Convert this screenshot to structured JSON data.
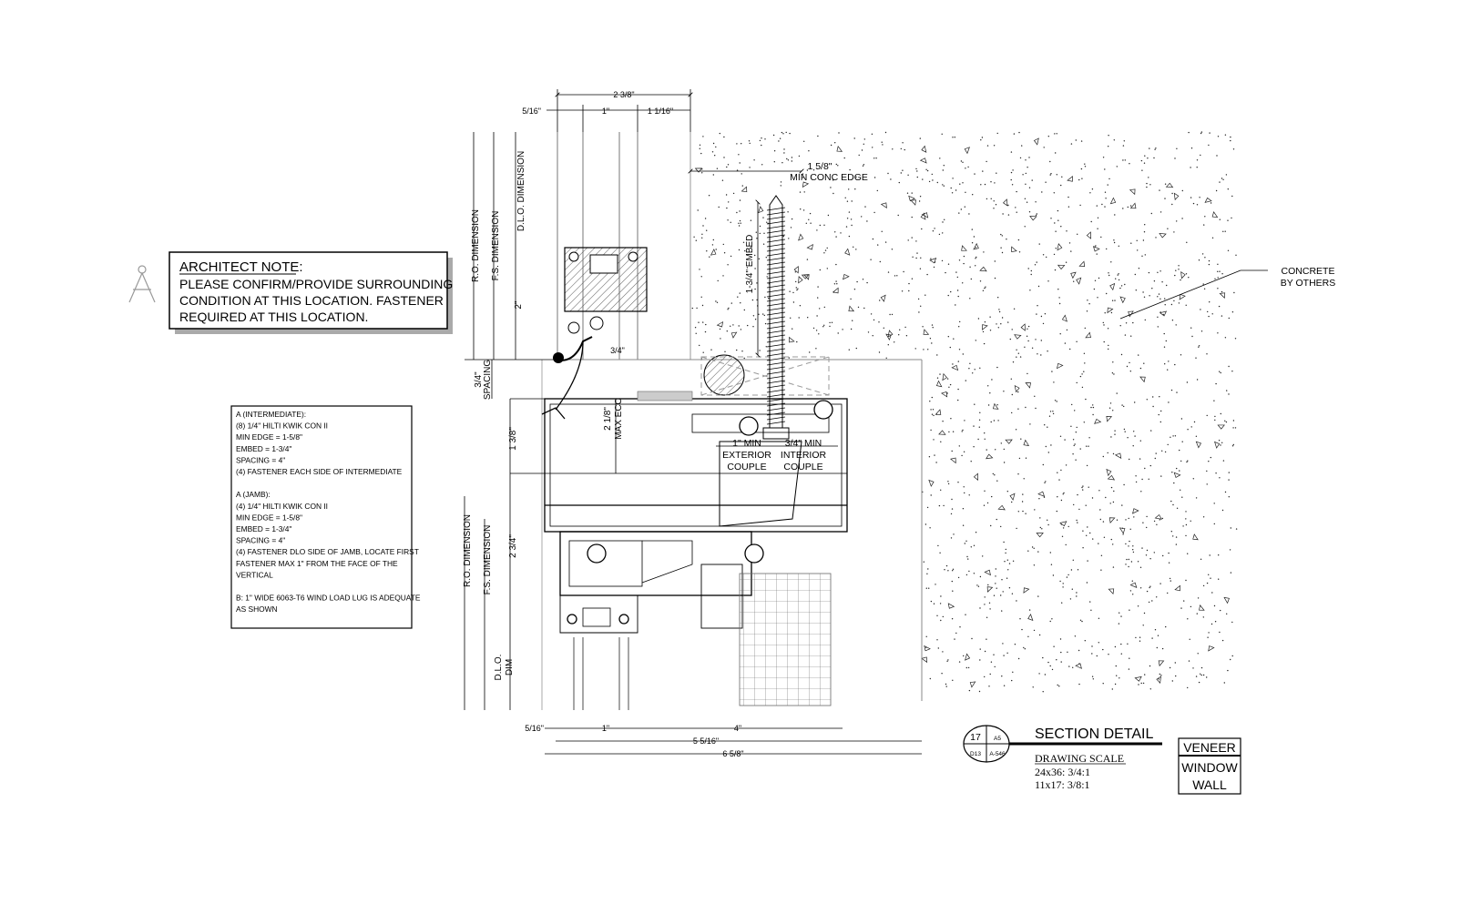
{
  "dimensions": {
    "top_overall": "2 3/8\"",
    "top_left": "5/16\"",
    "top_mid": "1\"",
    "top_right": "1 1/16\"",
    "min_conc_edge_value": "1 5/8\"",
    "min_conc_edge_label": "MIN CONC EDGE",
    "embed": "1-3/4\" EMBED",
    "left_ro": "R.O. DIMENSION",
    "left_fs": "F.S. DIMENSION",
    "left_dlo": "D.L.O. DIMENSION",
    "two_inch": "2\"",
    "three_quarter_top": "3/4\"",
    "spacing_value": "3/4\"",
    "spacing_label": "SPACING",
    "max_ecc_value": "2 1/8\"",
    "max_ecc_label": "MAX ECC",
    "one_three_eighths": "1 3/8\"",
    "ext_couple_1": "1\" MIN",
    "ext_couple_2": "EXTERIOR",
    "ext_couple_3": "COUPLE",
    "int_couple_1": "3/4\" MIN",
    "int_couple_2": "INTERIOR",
    "int_couple_3": "COUPLE",
    "lower_ro": "R.O. DIMENSION",
    "lower_fs": "F.S. DIMENSION",
    "two_three_quarter": "2 3/4\"",
    "dlo_dim_1": "D.L.O.",
    "dlo_dim_2": "DIM",
    "bottom_left": "5/16\"",
    "bottom_mid": "1\"",
    "bottom_right": "4\"",
    "bottom_five": "5 5/16\"",
    "bottom_overall": "6 5/8\""
  },
  "concrete_label": [
    "CONCRETE",
    "BY OTHERS"
  ],
  "architect_note": {
    "title": "ARCHITECT NOTE:",
    "lines": [
      "PLEASE CONFIRM/PROVIDE SURROUNDING",
      "CONDITION AT THIS LOCATION.  FASTENER",
      "REQUIRED AT THIS LOCATION."
    ]
  },
  "fastener_spec": [
    "A (INTERMEDIATE):",
    "(8) 1/4\" HILTI KWIK CON II",
    "MIN EDGE = 1-5/8\"",
    "EMBED = 1-3/4\"",
    "SPACING = 4\"",
    "(4) FASTENER EACH SIDE OF INTERMEDIATE",
    "",
    "A (JAMB):",
    "(4) 1/4\" HILTI KWIK CON II",
    "MIN EDGE = 1-5/8\"",
    "EMBED = 1-3/4\"",
    "SPACING = 4\"",
    "(4) FASTENER DLO SIDE OF JAMB, LOCATE FIRST",
    "FASTENER MAX 1\" FROM THE FACE OF THE",
    "VERTICAL",
    "",
    "B: 1\" WIDE 6063-T6 WIND LOAD LUG IS ADEQUATE",
    "AS SHOWN"
  ],
  "title_block": {
    "detail_number": "17",
    "sheet_top": "A5",
    "ref_left": "D13",
    "ref_right": "A-546",
    "title": "SECTION DETAIL",
    "scale_heading": "DRAWING SCALE",
    "scale_1": "24x36: 3/4:1",
    "scale_2": "11x17: 3/8:1"
  },
  "system_box": [
    "VENEER",
    "WINDOW",
    "WALL"
  ]
}
